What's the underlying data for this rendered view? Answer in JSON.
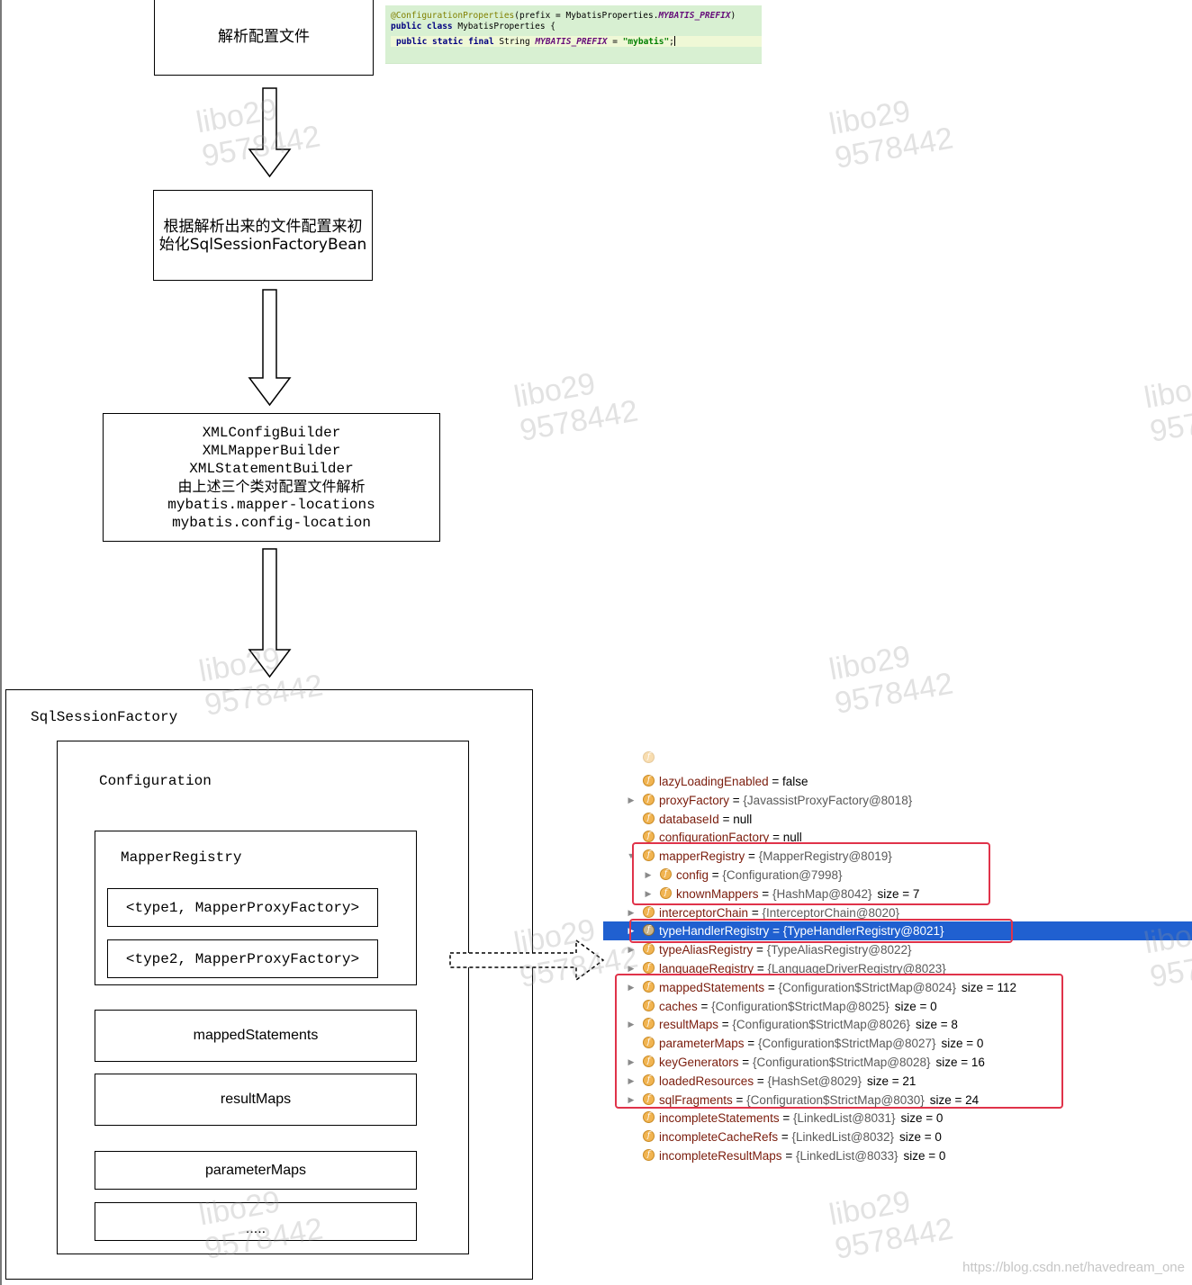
{
  "flow": {
    "step1": "解析配置文件",
    "step2_line1": "根据解析出来的文件配置来初",
    "step2_line2": "始化SqlSessionFactoryBean",
    "step3_lines": [
      "XMLConfigBuilder",
      "XMLMapperBuilder",
      "XMLStatementBuilder",
      "由上述三个类对配置文件解析",
      "mybatis.mapper-locations",
      "mybatis.config-location"
    ]
  },
  "code_snippet": {
    "line1_annotation": "@ConfigurationProperties",
    "line1_args_a": "(prefix = MybatisProperties.",
    "line1_const": "MYBATIS_PREFIX",
    "line1_args_b": ")",
    "line2_kw": "public class",
    "line2_rest": " MybatisProperties {",
    "line3_kw": "public static final",
    "line3_type": " String ",
    "line3_const": "MYBATIS_PREFIX",
    "line3_eq": " = ",
    "line3_str": "\"mybatis\"",
    "line3_end": ";"
  },
  "sql_session_factory": {
    "title": "SqlSessionFactory",
    "configuration": {
      "title": "Configuration",
      "mapper_registry": {
        "title": "MapperRegistry",
        "entries": [
          "<type1, MapperProxyFactory>",
          "<type2, MapperProxyFactory>"
        ]
      },
      "sections": [
        "mappedStatements",
        "resultMaps",
        "parameterMaps",
        "....."
      ]
    }
  },
  "debugger": {
    "rows": [
      {
        "expand": "",
        "name": "lazyLoadingEnabled",
        "value": "false",
        "plain": true,
        "size": ""
      },
      {
        "expand": "▶",
        "name": "proxyFactory",
        "value": "{JavassistProxyFactory@8018}",
        "plain": false,
        "size": ""
      },
      {
        "expand": "",
        "name": "databaseId",
        "value": "null",
        "plain": true,
        "size": ""
      },
      {
        "expand": "",
        "name": "configurationFactory",
        "value": "null",
        "plain": true,
        "size": ""
      },
      {
        "expand": "▼",
        "name": "mapperRegistry",
        "value": "{MapperRegistry@8019}",
        "plain": false,
        "size": ""
      },
      {
        "expand": "▶",
        "name": "config",
        "value": "{Configuration@7998}",
        "plain": false,
        "size": "",
        "indent": true
      },
      {
        "expand": "▶",
        "name": "knownMappers",
        "value": "{HashMap@8042}",
        "plain": false,
        "size": "size = 7",
        "indent": true
      },
      {
        "expand": "▶",
        "name": "interceptorChain",
        "value": "{InterceptorChain@8020}",
        "plain": false,
        "size": ""
      },
      {
        "expand": "▶",
        "name": "typeHandlerRegistry",
        "value": "{TypeHandlerRegistry@8021}",
        "plain": false,
        "size": "",
        "selected": true
      },
      {
        "expand": "▶",
        "name": "typeAliasRegistry",
        "value": "{TypeAliasRegistry@8022}",
        "plain": false,
        "size": ""
      },
      {
        "expand": "▶",
        "name": "languageRegistry",
        "value": "{LanguageDriverRegistry@8023}",
        "plain": false,
        "size": ""
      },
      {
        "expand": "▶",
        "name": "mappedStatements",
        "value": "{Configuration$StrictMap@8024}",
        "plain": false,
        "size": "size = 112"
      },
      {
        "expand": "",
        "name": "caches",
        "value": "{Configuration$StrictMap@8025}",
        "plain": false,
        "size": "size = 0"
      },
      {
        "expand": "▶",
        "name": "resultMaps",
        "value": "{Configuration$StrictMap@8026}",
        "plain": false,
        "size": "size = 8"
      },
      {
        "expand": "",
        "name": "parameterMaps",
        "value": "{Configuration$StrictMap@8027}",
        "plain": false,
        "size": "size = 0"
      },
      {
        "expand": "▶",
        "name": "keyGenerators",
        "value": "{Configuration$StrictMap@8028}",
        "plain": false,
        "size": "size = 16"
      },
      {
        "expand": "▶",
        "name": "loadedResources",
        "value": "{HashSet@8029}",
        "plain": false,
        "size": "size = 21"
      },
      {
        "expand": "▶",
        "name": "sqlFragments",
        "value": "{Configuration$StrictMap@8030}",
        "plain": false,
        "size": "size = 24"
      },
      {
        "expand": "",
        "name": "incompleteStatements",
        "value": "{LinkedList@8031}",
        "plain": false,
        "size": "size = 0"
      },
      {
        "expand": "",
        "name": "incompleteCacheRefs",
        "value": "{LinkedList@8032}",
        "plain": false,
        "size": "size = 0"
      },
      {
        "expand": "",
        "name": "incompleteResultMaps",
        "value": "{LinkedList@8033}",
        "plain": false,
        "size": "size = 0"
      }
    ],
    "field_icon": "f",
    "highlight_color": "#e0334a",
    "selection_color": "#2060d0"
  },
  "watermark": {
    "line1": "libo29",
    "line2": "9578442",
    "footer": "https://blog.csdn.net/havedream_one"
  }
}
